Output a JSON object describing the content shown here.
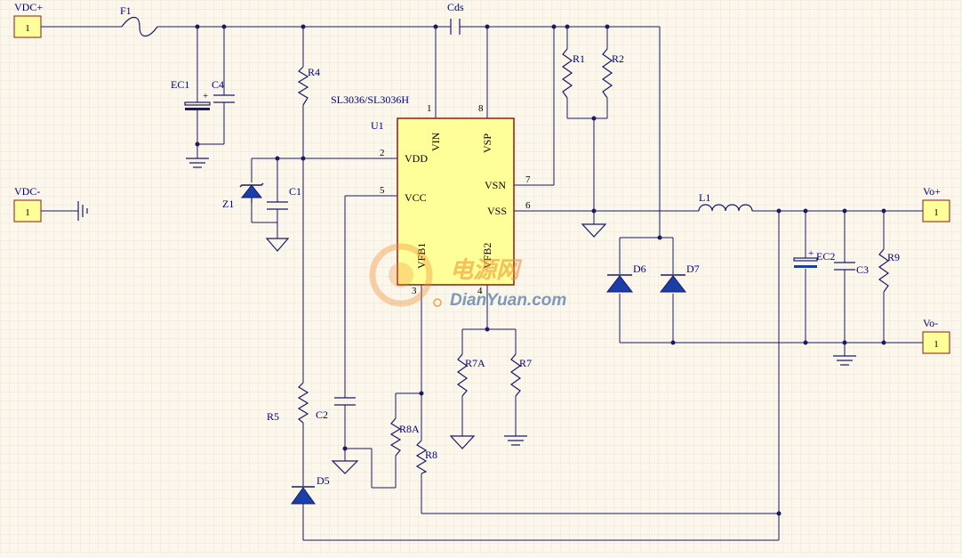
{
  "ports": {
    "vdc_plus": {
      "label": "VDC+",
      "pin": "1"
    },
    "vdc_minus": {
      "label": "VDC-",
      "pin": "1"
    },
    "vo_plus": {
      "label": "Vo+",
      "pin": "1"
    },
    "vo_minus": {
      "label": "Vo-",
      "pin": "1"
    }
  },
  "components": {
    "f1": "F1",
    "cds": "Cds",
    "ec1": "EC1",
    "c4": "C4",
    "r4": "R4",
    "u1": "U1",
    "u1_part": "SL3036/SL3036H",
    "z1": "Z1",
    "c1": "C1",
    "c2": "C2",
    "r5": "R5",
    "d5": "D5",
    "r8a": "R8A",
    "r8": "R8",
    "r7a": "R7A",
    "r7": "R7",
    "r1": "R1",
    "r2": "R2",
    "l1": "L1",
    "d6": "D6",
    "d7": "D7",
    "ec2": "EC2",
    "c3": "C3",
    "r9": "R9",
    "plus_sign": "+"
  },
  "ic_pins": {
    "vin": {
      "name": "VIN",
      "number": "1"
    },
    "vsp": {
      "name": "VSP",
      "number": "8"
    },
    "vdd": {
      "name": "VDD",
      "number": "2"
    },
    "vcc": {
      "name": "VCC",
      "number": "5"
    },
    "vsn": {
      "name": "VSN",
      "number": "7"
    },
    "vss": {
      "name": "VSS",
      "number": "6"
    },
    "vfb1": {
      "name": "VFB1",
      "number": "3"
    },
    "vfb2": {
      "name": "VFB2",
      "number": "4"
    }
  },
  "watermark": {
    "brand": "电源网",
    "url": "DianYuan.com"
  },
  "colors": {
    "background": "#fbf7ec",
    "grid": "#ece6d3",
    "wire": "#1a1a66",
    "label": "#000080",
    "ic_fill": "#ffff99",
    "ic_border": "#8b1a1a",
    "port_fill": "#ffff99",
    "port_border": "#8b1a1a",
    "diode_fill": "#1a3fa8",
    "watermark_orange": "#f08a2a",
    "watermark_blue": "#2a5a9a"
  }
}
